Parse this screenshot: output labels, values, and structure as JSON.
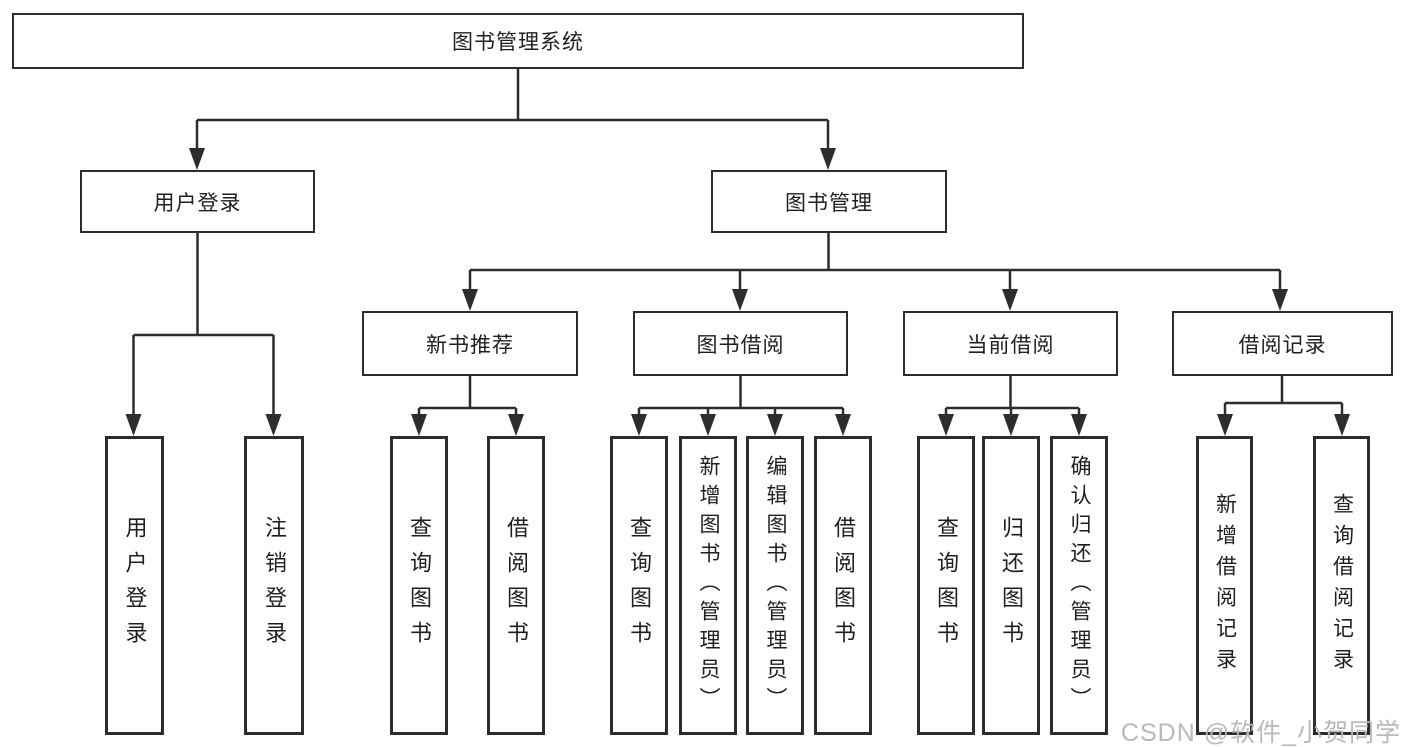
{
  "diagram_type": "hierarchy-tree",
  "tree": {
    "label": "图书管理系统",
    "children": [
      {
        "label": "用户登录",
        "children": [
          {
            "label": "用户登录"
          },
          {
            "label": "注销登录"
          }
        ]
      },
      {
        "label": "图书管理",
        "children": [
          {
            "label": "新书推荐",
            "children": [
              {
                "label": "查询图书"
              },
              {
                "label": "借阅图书"
              }
            ]
          },
          {
            "label": "图书借阅",
            "children": [
              {
                "label": "查询图书"
              },
              {
                "label": "新增图书（管理员）"
              },
              {
                "label": "编辑图书（管理员）"
              },
              {
                "label": "借阅图书"
              }
            ]
          },
          {
            "label": "当前借阅",
            "children": [
              {
                "label": "查询图书"
              },
              {
                "label": "归还图书"
              },
              {
                "label": "确认归还（管理员）"
              }
            ]
          },
          {
            "label": "借阅记录",
            "children": [
              {
                "label": "新增借阅记录"
              },
              {
                "label": "查询借阅记录"
              }
            ]
          }
        ]
      }
    ]
  },
  "watermark": {
    "text": "CSDN @软件_小贺同学"
  },
  "colors": {
    "line": "#2d2d2d",
    "text": "#1f1f1f",
    "node_background": "#ffffff",
    "page_background": "#ffffff",
    "watermark": "#b9b9b9"
  }
}
